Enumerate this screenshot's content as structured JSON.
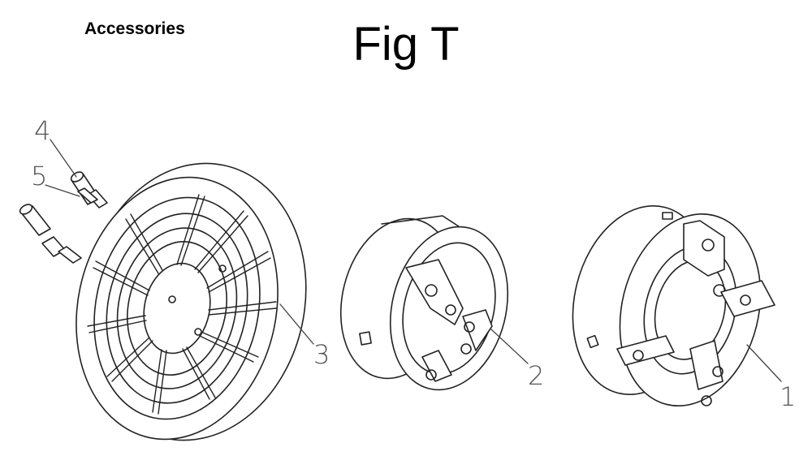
{
  "header": {
    "section_title": "Accessories"
  },
  "figure": {
    "title": "Fig T"
  },
  "callouts": [
    "1",
    "2",
    "3",
    "4",
    "5"
  ],
  "colors": {
    "line": "#222222",
    "callout": "#555555",
    "background": "#ffffff"
  }
}
